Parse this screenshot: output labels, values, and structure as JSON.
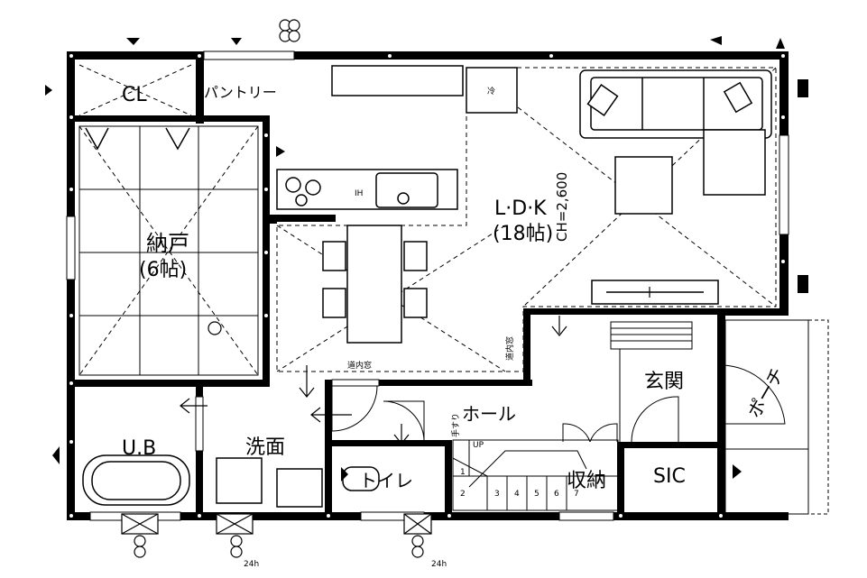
{
  "rooms": {
    "cl": "CL",
    "pantry": "パントリー",
    "storage_name": "納戸",
    "storage_size": "(6帖)",
    "ldk_name": "L·D·K",
    "ldk_size": "(18帖)",
    "ceiling_height": "CH=2,600",
    "ub": "U.B",
    "washroom": "洗面",
    "toilet": "トイレ",
    "hall": "ホール",
    "entrance": "玄関",
    "porch": "ポーチ",
    "sic": "SIC",
    "closet": "収納"
  },
  "annotations": {
    "window_ldk": "道内窓",
    "window_hall": "道内窓",
    "handrail": "手すり",
    "stair_up": "UP",
    "stair_steps": [
      "1",
      "2",
      "3",
      "4",
      "5",
      "6",
      "7"
    ],
    "vent_label": "24h",
    "fridge_mark": "冷",
    "ih_mark": "IH"
  }
}
